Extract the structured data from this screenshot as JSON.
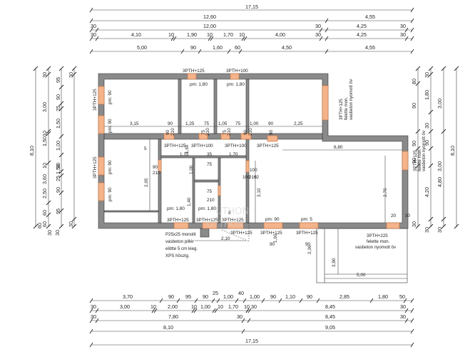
{
  "dimensions": {
    "top": [
      {
        "label": "17,15"
      },
      {
        "label": "12,60"
      },
      {
        "label": "4,55"
      },
      {
        "label": "30"
      },
      {
        "label": "12,00"
      },
      {
        "label": "30"
      },
      {
        "label": "4,25"
      },
      {
        "label": "30"
      },
      {
        "label": "30"
      },
      {
        "label": "4,10"
      },
      {
        "label": "10"
      },
      {
        "label": "1,90"
      },
      {
        "label": "10"
      },
      {
        "label": "1,70"
      },
      {
        "label": "10"
      },
      {
        "label": "4,00"
      },
      {
        "label": "30"
      },
      {
        "label": "4,25"
      },
      {
        "label": "30"
      },
      {
        "label": "5,00"
      },
      {
        "label": "90"
      },
      {
        "label": "1,60"
      },
      {
        "label": "60"
      },
      {
        "label": "4,50"
      },
      {
        "label": "4,55"
      }
    ],
    "bottom": [
      {
        "label": "3,70"
      },
      {
        "label": "90"
      },
      {
        "label": "95"
      },
      {
        "label": "90"
      },
      {
        "label": "25"
      },
      {
        "label": "1,00"
      },
      {
        "label": "40"
      },
      {
        "label": "1,00"
      },
      {
        "label": "90"
      },
      {
        "label": "1,10"
      },
      {
        "label": "90"
      },
      {
        "label": "2,85"
      },
      {
        "label": "1,80"
      },
      {
        "label": "50"
      },
      {
        "label": "30"
      },
      {
        "label": "3,00"
      },
      {
        "label": "10"
      },
      {
        "label": "2,00"
      },
      {
        "label": "10"
      },
      {
        "label": "1,00"
      },
      {
        "label": "10"
      },
      {
        "label": "1,70"
      },
      {
        "label": "10"
      },
      {
        "label": "30"
      },
      {
        "label": "8,45"
      },
      {
        "label": "30"
      },
      {
        "label": "30"
      },
      {
        "label": "7,80"
      },
      {
        "label": "30"
      },
      {
        "label": "8,45"
      },
      {
        "label": "30"
      },
      {
        "label": "8,10"
      },
      {
        "label": "9,05"
      },
      {
        "label": "17,15"
      }
    ],
    "left": [
      {
        "label": "8,10"
      },
      {
        "label": "30"
      },
      {
        "label": "3,00"
      },
      {
        "label": "10"
      },
      {
        "label": "1,50"
      },
      {
        "label": "3,60"
      },
      {
        "label": "10"
      },
      {
        "label": "2,50"
      },
      {
        "label": "60"
      },
      {
        "label": "60"
      },
      {
        "label": "95"
      },
      {
        "label": "90"
      },
      {
        "label": "25"
      },
      {
        "label": "1,50"
      },
      {
        "label": "1,00"
      },
      {
        "label": "90"
      },
      {
        "label": "1,50"
      },
      {
        "label": "25"
      },
      {
        "label": "90"
      },
      {
        "label": "95"
      },
      {
        "label": "30"
      },
      {
        "label": "30"
      },
      {
        "label": "30"
      },
      {
        "label": "30"
      },
      {
        "label": "60"
      }
    ],
    "right": [
      {
        "label": "8,10"
      },
      {
        "label": "3,00"
      },
      {
        "label": "4,80"
      },
      {
        "label": "30"
      },
      {
        "label": "30"
      },
      {
        "label": "1,80"
      },
      {
        "label": "30"
      },
      {
        "label": "90"
      },
      {
        "label": "4,20"
      },
      {
        "label": "3,00"
      },
      {
        "label": "30"
      },
      {
        "label": "80"
      },
      {
        "label": "90"
      },
      {
        "label": "90"
      },
      {
        "label": "90"
      },
      {
        "label": "30"
      }
    ]
  },
  "openings": [
    {
      "label": "3PTH+125"
    },
    {
      "label": "3PTH+100"
    },
    {
      "label": "3PTH+125"
    },
    {
      "label": "3PTH+125"
    },
    {
      "label": "3PTH+100"
    },
    {
      "label": "3PTH+100"
    },
    {
      "label": "3PTH+125"
    },
    {
      "label": "3PTH+125"
    },
    {
      "label": "3PTH+125"
    },
    {
      "label": "3PTH+125"
    },
    {
      "label": "3PTH+125"
    },
    {
      "label": "3PTH+125"
    },
    {
      "label": "3PTH+125"
    },
    {
      "label": "3PTH+225"
    },
    {
      "label": "3PTH+125"
    }
  ],
  "parapets": [
    {
      "label": "pm: 1,80"
    },
    {
      "label": "pm: 1,80"
    },
    {
      "label": "pm: 90"
    },
    {
      "label": "pm: 90"
    },
    {
      "label": "pm: 90"
    },
    {
      "label": "pm: 90"
    },
    {
      "label": "pm: 1,80"
    },
    {
      "label": "pm: 1,80"
    },
    {
      "label": "pm: 90"
    },
    {
      "label": "pm: 5"
    }
  ],
  "inner_dims": [
    {
      "label": "3,15"
    },
    {
      "label": "90"
    },
    {
      "label": "1,25"
    },
    {
      "label": "75"
    },
    {
      "label": "1,05"
    },
    {
      "label": "75"
    },
    {
      "label": "1,00"
    },
    {
      "label": "90"
    },
    {
      "label": "2,25"
    },
    {
      "label": "6,80"
    },
    {
      "label": "2,65"
    },
    {
      "label": "2,70"
    },
    {
      "label": "3,10"
    },
    {
      "label": "2,10"
    },
    {
      "label": "3,90"
    },
    {
      "label": "5,00"
    },
    {
      "label": "1,15"
    },
    {
      "label": "35"
    },
    {
      "label": "1,70"
    },
    {
      "label": "1,60"
    },
    {
      "label": "1,40"
    },
    {
      "label": "1,00"
    },
    {
      "label": "62"
    },
    {
      "label": "100"
    },
    {
      "label": "20"
    },
    {
      "label": "30"
    },
    {
      "label": "90"
    },
    {
      "label": "2,36"
    },
    {
      "label": "1,60"
    },
    {
      "label": "90"
    },
    {
      "label": "210"
    },
    {
      "label": "210"
    },
    {
      "label": "210"
    },
    {
      "label": "210"
    },
    {
      "label": "210"
    },
    {
      "label": "210"
    },
    {
      "label": "210"
    },
    {
      "label": "90"
    },
    {
      "label": "75"
    },
    {
      "label": "75"
    },
    {
      "label": "90"
    },
    {
      "label": "100"
    },
    {
      "label": "90"
    },
    {
      "label": "90"
    },
    {
      "label": "75"
    },
    {
      "label": "75"
    },
    {
      "label": "5"
    },
    {
      "label": "8"
    }
  ],
  "notes": {
    "col1": "P25x25 monolit",
    "col2": "vasbeton pillér",
    "col3": "elötte 5 cm kieg.",
    "col4": "XPS höszig.",
    "ring_right_1": "3PTH+125",
    "ring_right_2": "felette mon.",
    "ring_right_3": "vasbeton nyomott öv",
    "ring_top_1": "3PTH+125",
    "ring_top_2": "felette mon.",
    "ring_top_3": "vasbeton nyomott öv",
    "ring_bottom_1": "3PTH+225",
    "ring_bottom_2": "felette mon.",
    "ring_bottom_3": "vasbeton nyomott öv"
  },
  "watermark": {
    "line1": "ÚTHON",
    "line2": "OTTHON"
  }
}
